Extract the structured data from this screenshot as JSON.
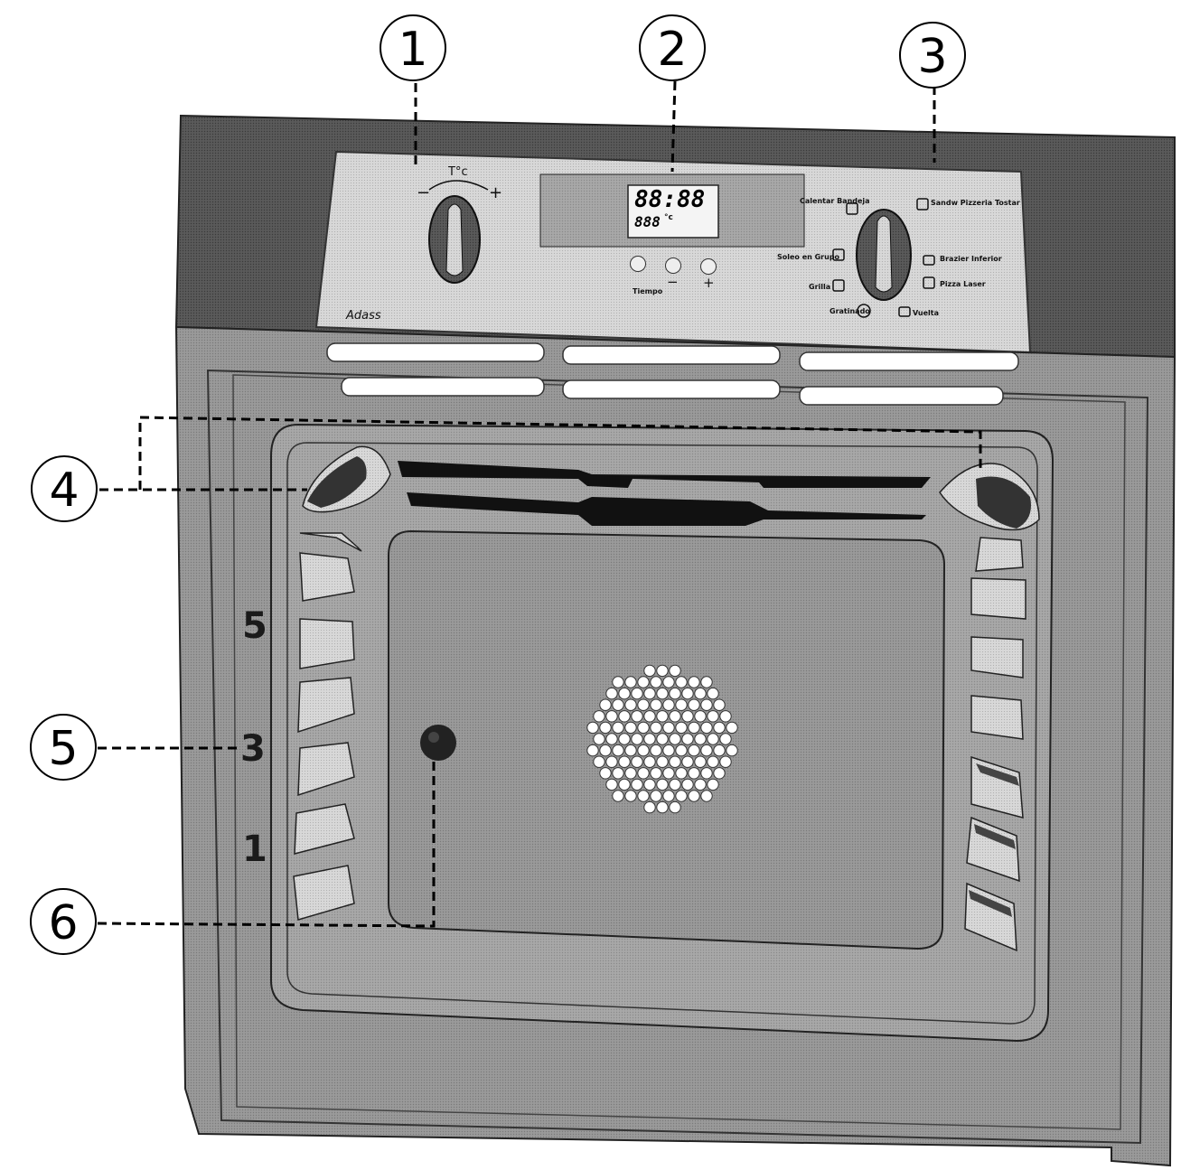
{
  "callouts": {
    "c1": "1",
    "c2": "2",
    "c3": "3",
    "c4": "4",
    "c5": "5",
    "c6": "6"
  },
  "shelf_numbers": {
    "top": "5",
    "middle": "3",
    "bottom": "1"
  },
  "control_panel": {
    "brand": "Adass",
    "temp_knob_label": "T°c",
    "temp_minus": "−",
    "temp_plus": "+",
    "display_main": "88:88",
    "display_small": "888",
    "display_unit": "°c",
    "tiempo_label": "Tiempo",
    "minus_button": "−",
    "plus_button": "+",
    "function_labels": {
      "top_left": "Calentar Bandeja",
      "top_right": "Sandw Pizzeria Tostar",
      "mid_left": "Soleo en Grupo",
      "mid_right": "Brazier Inferior",
      "low_left": "Grilla",
      "low_right": "Pizza Laser",
      "bottom_left": "Gratinado",
      "bottom_right": "Vuelta"
    }
  },
  "colors": {
    "frame": "#8f8f8f",
    "panel": "#cfcfcf",
    "dark_bar": "#555555",
    "accent_dark": "#1e1e1e",
    "fan_hole": "#ffffff"
  }
}
